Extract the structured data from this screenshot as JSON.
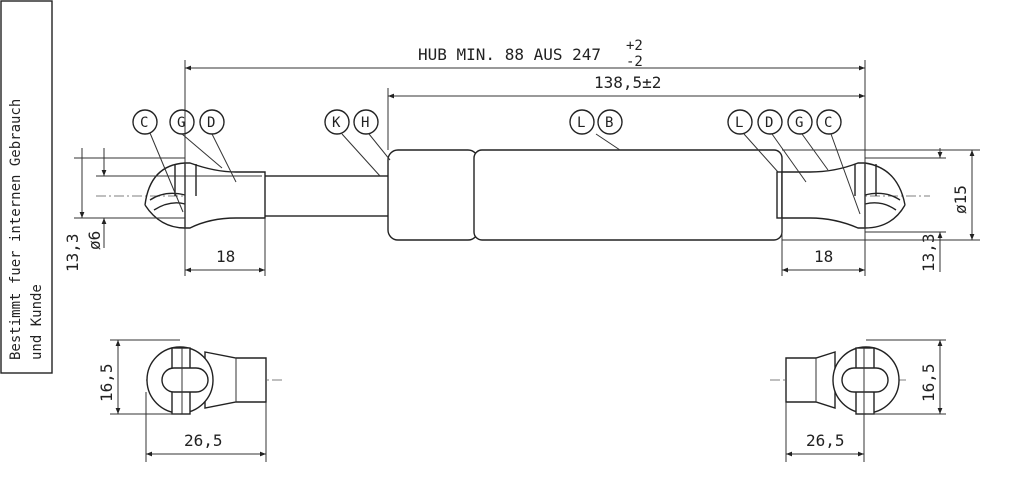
{
  "side_note": {
    "line1": "Bestimmt fuer internen Gebrauch",
    "line2": "und Kunde"
  },
  "dimensions": {
    "stroke_label": "HUB MIN. 88 AUS 247",
    "stroke_tol_plus": "+2",
    "stroke_tol_minus": "-2",
    "body_length": "138,5±2",
    "left_end_length": "18",
    "right_end_length": "18",
    "left_height": "13,3",
    "rod_diameter": "ø6",
    "right_height": "13,3",
    "tube_diameter": "ø15",
    "left_fitting_height": "16,5",
    "right_fitting_height": "16,5",
    "left_fitting_length": "26,5",
    "right_fitting_length": "26,5"
  },
  "callouts": {
    "left_end": [
      "C",
      "G",
      "D"
    ],
    "rod_seal": [
      "K",
      "H"
    ],
    "tube": [
      "L",
      "B"
    ],
    "right_end": [
      "L",
      "D",
      "G",
      "C"
    ]
  },
  "colors": {
    "line": "#222222",
    "background": "#ffffff"
  }
}
